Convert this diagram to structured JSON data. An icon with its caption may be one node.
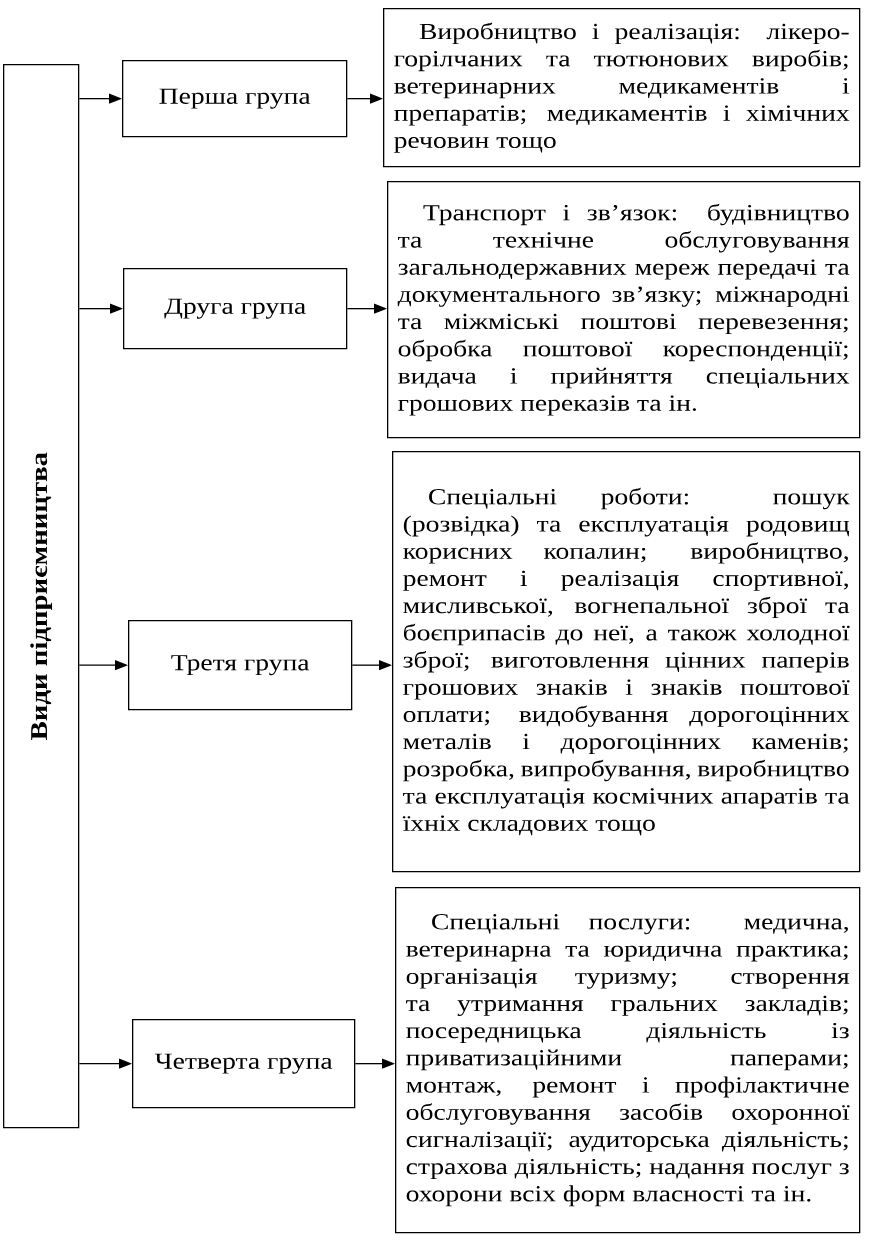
{
  "diagram": {
    "nodes": [
      {
        "text": [
          "Види підприємництва"
        ]
      },
      {
        "text": [
          "Перша група"
        ]
      },
      {
        "text": [
          "Виробництво і реалізація: лікеро-горілчаних та тютюнових виробів; ветеринарних медикаментів і препаратів; медикаментів і хімічних речовин тощо"
        ]
      },
      {
        "text": [
          "Друга група"
        ]
      },
      {
        "text": [
          "Транспорт і зв’язок: будівництво та технічне обслуговування загальнодержавних мереж передачі та документального зв’язку; міжнародні та міжміські поштові перевезення; обробка поштової кореспонденції; видача і прийняття спеціальних грошових переказів та ін."
        ]
      },
      {
        "text": [
          "Третя група"
        ]
      },
      {
        "text": [
          "Спеціальні роботи: пошук (розвідка) та експлуатація родовищ корисних копалин; виробництво, ремонт і реалізація спортивної, мисливської, вогнепальної зброї та боєприпасів до неї, а також холодної зброї; виготовлення цінних паперів грошових знаків і знаків поштової оплати; видобування дорогоцінних металів і дорогоцінних каменів; розробка, випробування, виробництво та експлуатація космічних апаратів та їхніх складових тощо"
        ]
      },
      {
        "text": [
          "Четверта група"
        ]
      },
      {
        "text": [
          "Спеціальні послуги: медична, ветеринарна та юридична практика; організація туризму; створення та утримання гральних закладів; посередницька діяльність із приватизаційними паперами; монтаж, ремонт і профілактичне обслуговування засобів охоронної сигналізації; аудиторська діяльність; страхова діяльність; надання послуг з охорони всіх форм власності та ін."
        ]
      }
    ],
    "edges": [
      {
        "from": 0,
        "to": 1,
        "arrow": "to"
      },
      {
        "from": 1,
        "to": 2,
        "arrow": "to"
      },
      {
        "from": 0,
        "to": 3,
        "arrow": "to"
      },
      {
        "from": 3,
        "to": 4,
        "arrow": "to"
      },
      {
        "from": 0,
        "to": 5,
        "arrow": "to"
      },
      {
        "from": 5,
        "to": 6,
        "arrow": "to"
      },
      {
        "from": 0,
        "to": 7,
        "arrow": "to"
      },
      {
        "from": 7,
        "to": 8,
        "arrow": "to"
      }
    ]
  }
}
